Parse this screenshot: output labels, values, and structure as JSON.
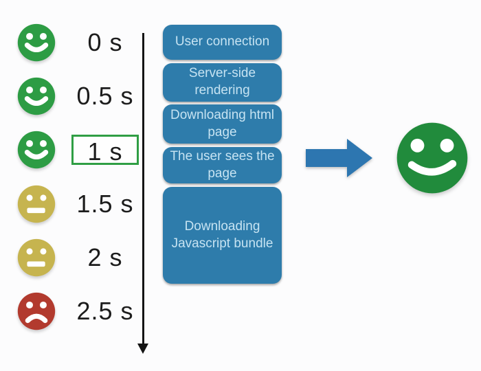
{
  "colors": {
    "happy": "#2d9c44",
    "happy-big": "#218b3c",
    "neutral": "#c6b44f",
    "sad": "#b23a2e",
    "stage-blue": "#2e7cab",
    "arrow-blue": "#2d76b0",
    "stage-text": "#c6e3f2",
    "time-text": "#1c1c1c",
    "highlight-border": "#2f9e44",
    "line-black": "#141414"
  },
  "timeline": {
    "rows": [
      {
        "time": "0 s",
        "mood": "happy",
        "highlighted": false
      },
      {
        "time": "0.5 s",
        "mood": "happy",
        "highlighted": false
      },
      {
        "time": "1 s",
        "mood": "happy",
        "highlighted": true
      },
      {
        "time": "1.5 s",
        "mood": "neutral",
        "highlighted": false
      },
      {
        "time": "2 s",
        "mood": "neutral",
        "highlighted": false
      },
      {
        "time": "2.5 s",
        "mood": "sad",
        "highlighted": false
      }
    ]
  },
  "stages": [
    {
      "label": "User connection"
    },
    {
      "label": "Server-side rendering"
    },
    {
      "label": "Downloading html page"
    },
    {
      "label": "The user sees the page"
    },
    {
      "label": "Downloading Javascript bundle"
    }
  ],
  "result": {
    "mood": "happy"
  }
}
